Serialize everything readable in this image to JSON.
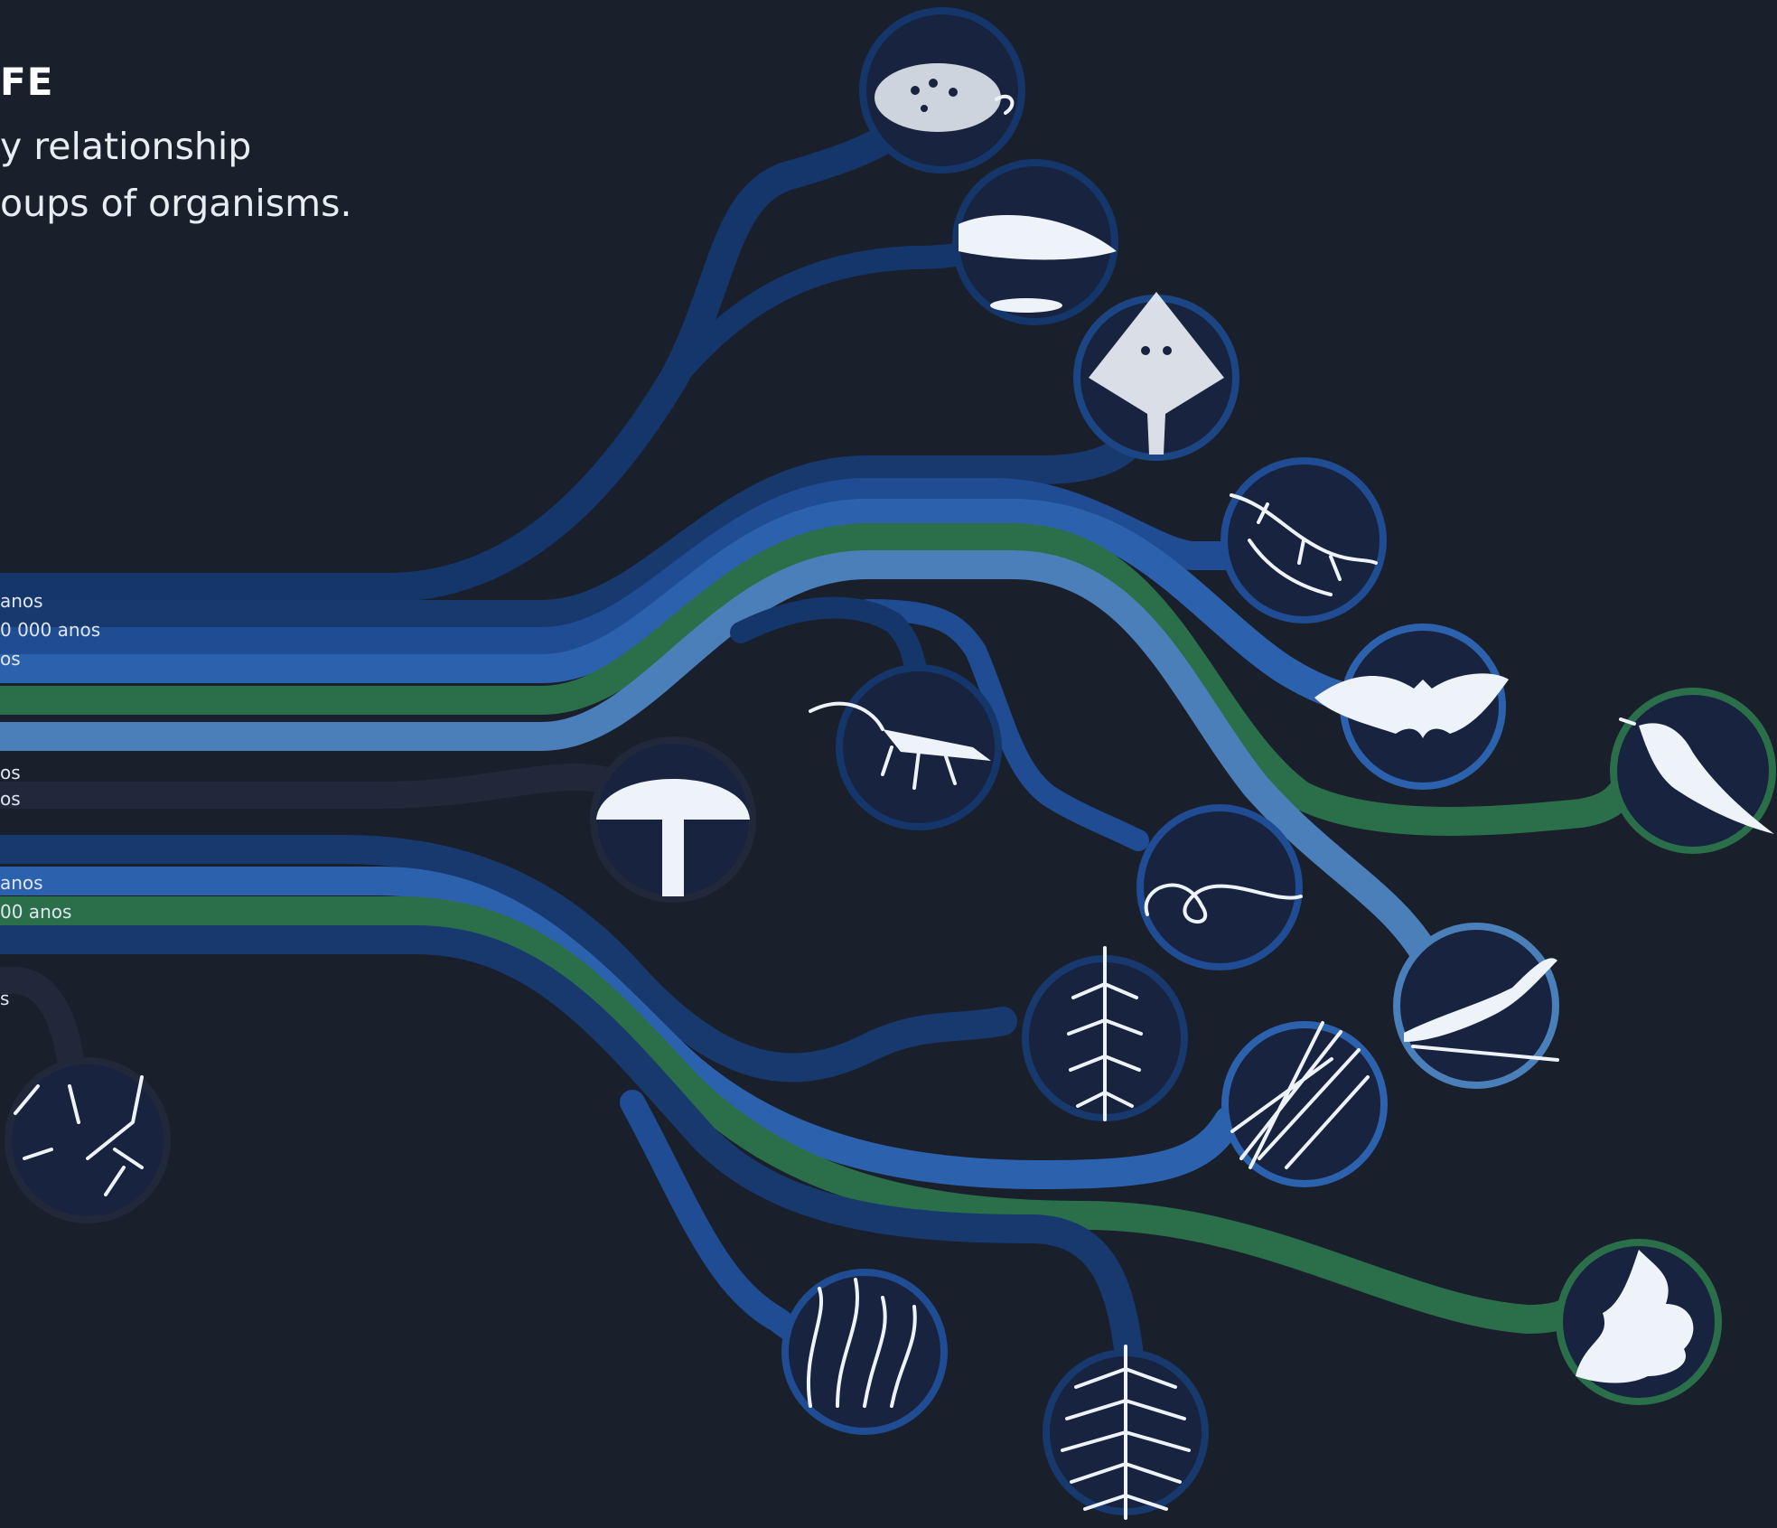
{
  "header": {
    "title": "FE",
    "subtitle_line1": "y relationship",
    "subtitle_line2": "oups of organisms."
  },
  "colors": {
    "background": "#1a1f2c",
    "navy": "#15366a",
    "blue": "#1f4c92",
    "mid_blue": "#2c62ad",
    "light_blue": "#4b7fba",
    "green": "#2a6f4a",
    "dark_gray": "#20283a"
  },
  "branch_labels": [
    {
      "id": "label-1",
      "text": "anos"
    },
    {
      "id": "label-2",
      "text": "0 000 anos"
    },
    {
      "id": "label-3",
      "text": "os"
    },
    {
      "id": "label-4",
      "text": "os"
    },
    {
      "id": "label-5",
      "text": "os"
    },
    {
      "id": "label-6",
      "text": "anos"
    },
    {
      "id": "label-7",
      "text": "00 anos"
    },
    {
      "id": "label-8",
      "text": "s"
    }
  ],
  "organisms": [
    {
      "id": "sponge",
      "icon": "sponge-icon"
    },
    {
      "id": "lamprey",
      "icon": "lamprey-icon"
    },
    {
      "id": "ray",
      "icon": "ray-icon"
    },
    {
      "id": "salamander",
      "icon": "salamander-icon"
    },
    {
      "id": "bat",
      "icon": "bat-icon"
    },
    {
      "id": "bird",
      "icon": "bird-icon"
    },
    {
      "id": "mantis",
      "icon": "mantis-icon"
    },
    {
      "id": "mushroom",
      "icon": "mushroom-icon"
    },
    {
      "id": "worm",
      "icon": "worm-icon"
    },
    {
      "id": "lizard",
      "icon": "lizard-icon"
    },
    {
      "id": "horsetail",
      "icon": "horsetail-icon"
    },
    {
      "id": "pine",
      "icon": "pine-icon"
    },
    {
      "id": "oak",
      "icon": "oak-leaf-icon"
    },
    {
      "id": "algae",
      "icon": "algae-icon"
    },
    {
      "id": "fern",
      "icon": "fern-icon"
    },
    {
      "id": "bacteria",
      "icon": "bacteria-icon"
    }
  ]
}
